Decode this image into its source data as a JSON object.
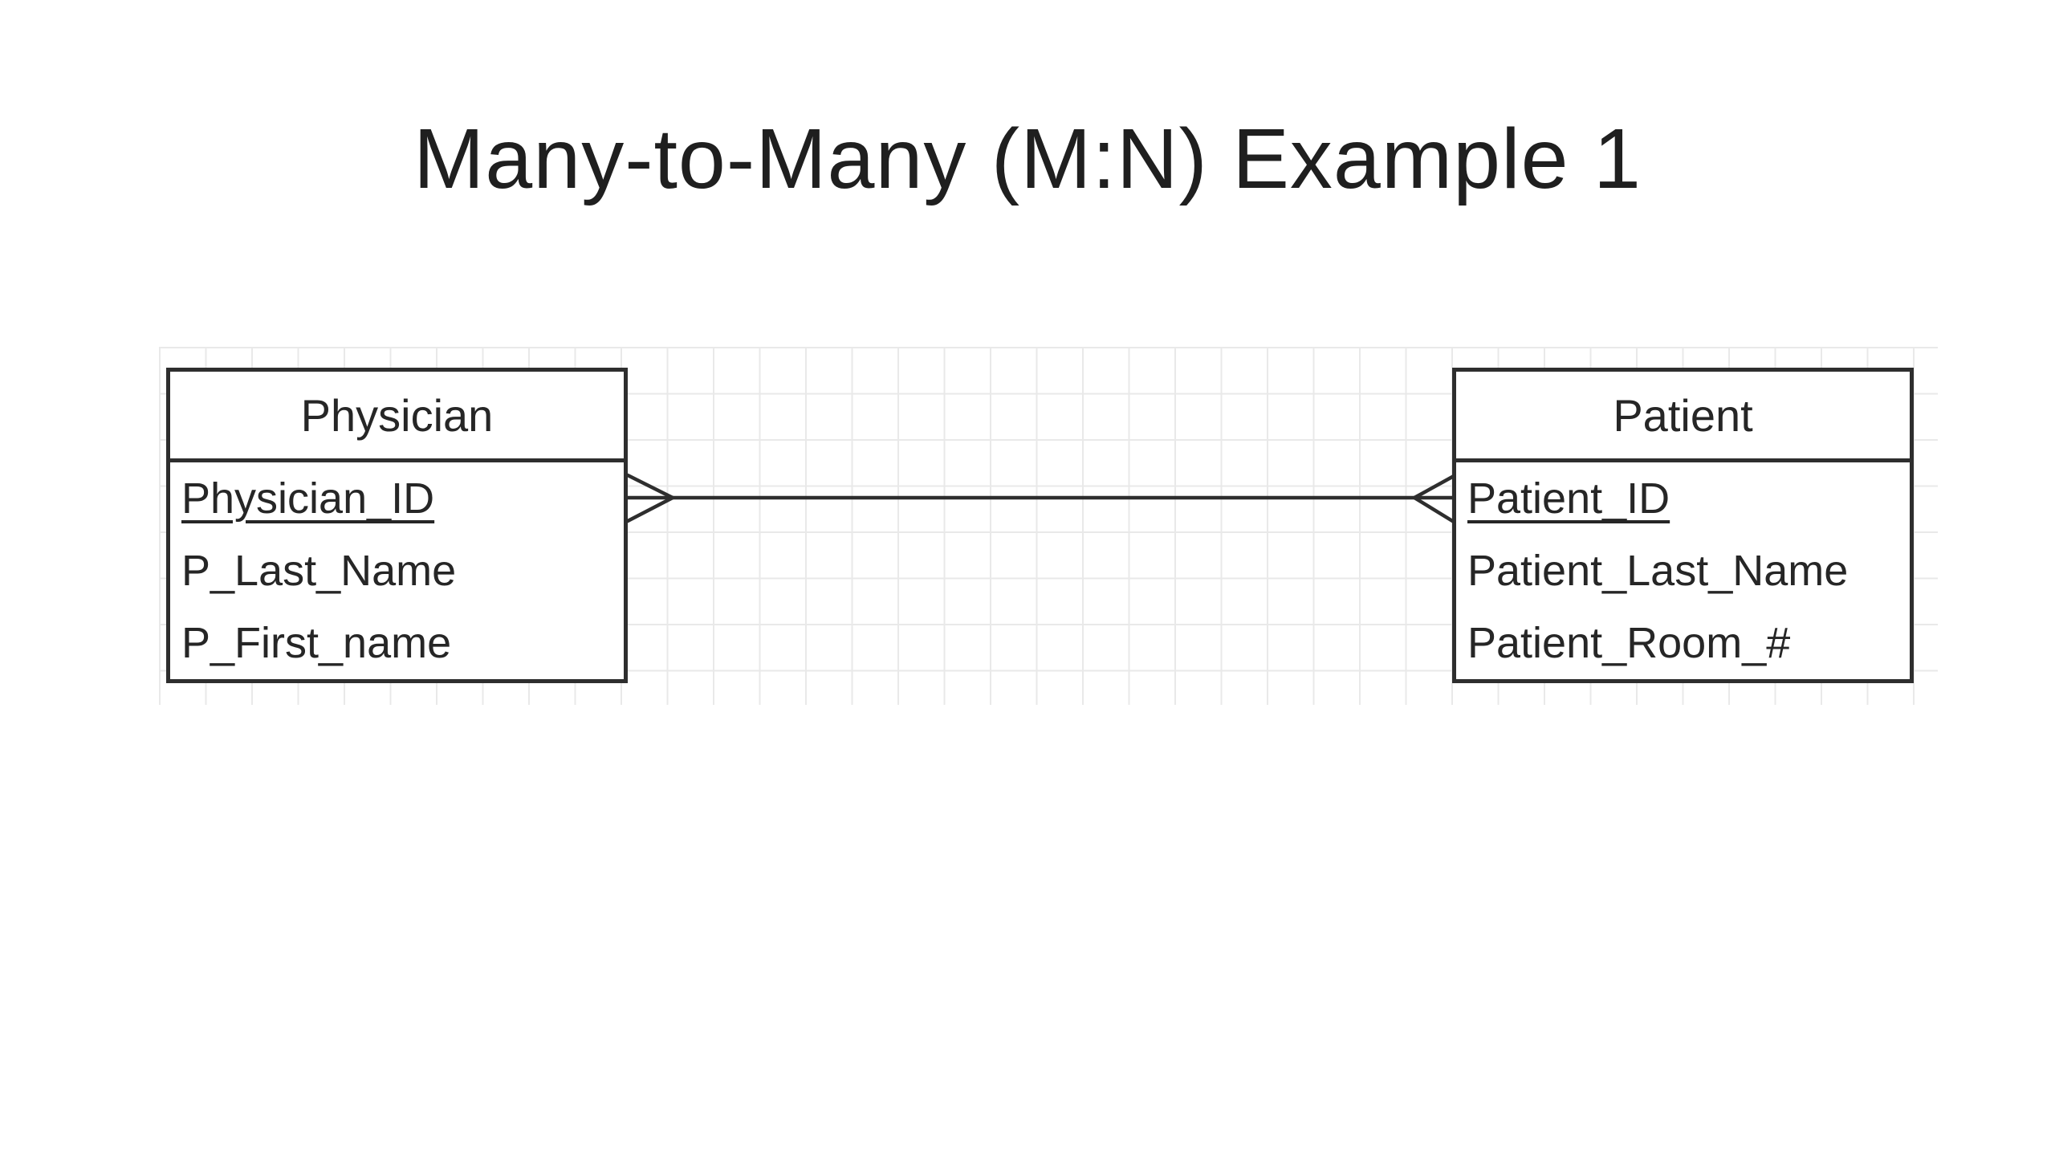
{
  "title": {
    "text": "Many-to-Many (M:N) Example 1"
  },
  "diagram": {
    "entities": [
      {
        "name": "Physician",
        "attributes": [
          {
            "label": "Physician_ID",
            "primary_key": true
          },
          {
            "label": "P_Last_Name",
            "primary_key": false
          },
          {
            "label": "P_First_name",
            "primary_key": false
          }
        ]
      },
      {
        "name": "Patient",
        "attributes": [
          {
            "label": "Patient_ID",
            "primary_key": true
          },
          {
            "label": "Patient_Last_Name",
            "primary_key": false
          },
          {
            "label": "Patient_Room_#",
            "primary_key": false
          }
        ]
      }
    ],
    "relationship": {
      "type": "many-to-many",
      "notation": "crows-foot",
      "from": "Physician",
      "to": "Patient",
      "cardinality_left": "many",
      "cardinality_right": "many"
    },
    "colors": {
      "line": "#2e2e2e",
      "border": "#2e2e2e",
      "text": "#262626",
      "grid": "#e9e9e9",
      "background": "#ffffff"
    }
  }
}
